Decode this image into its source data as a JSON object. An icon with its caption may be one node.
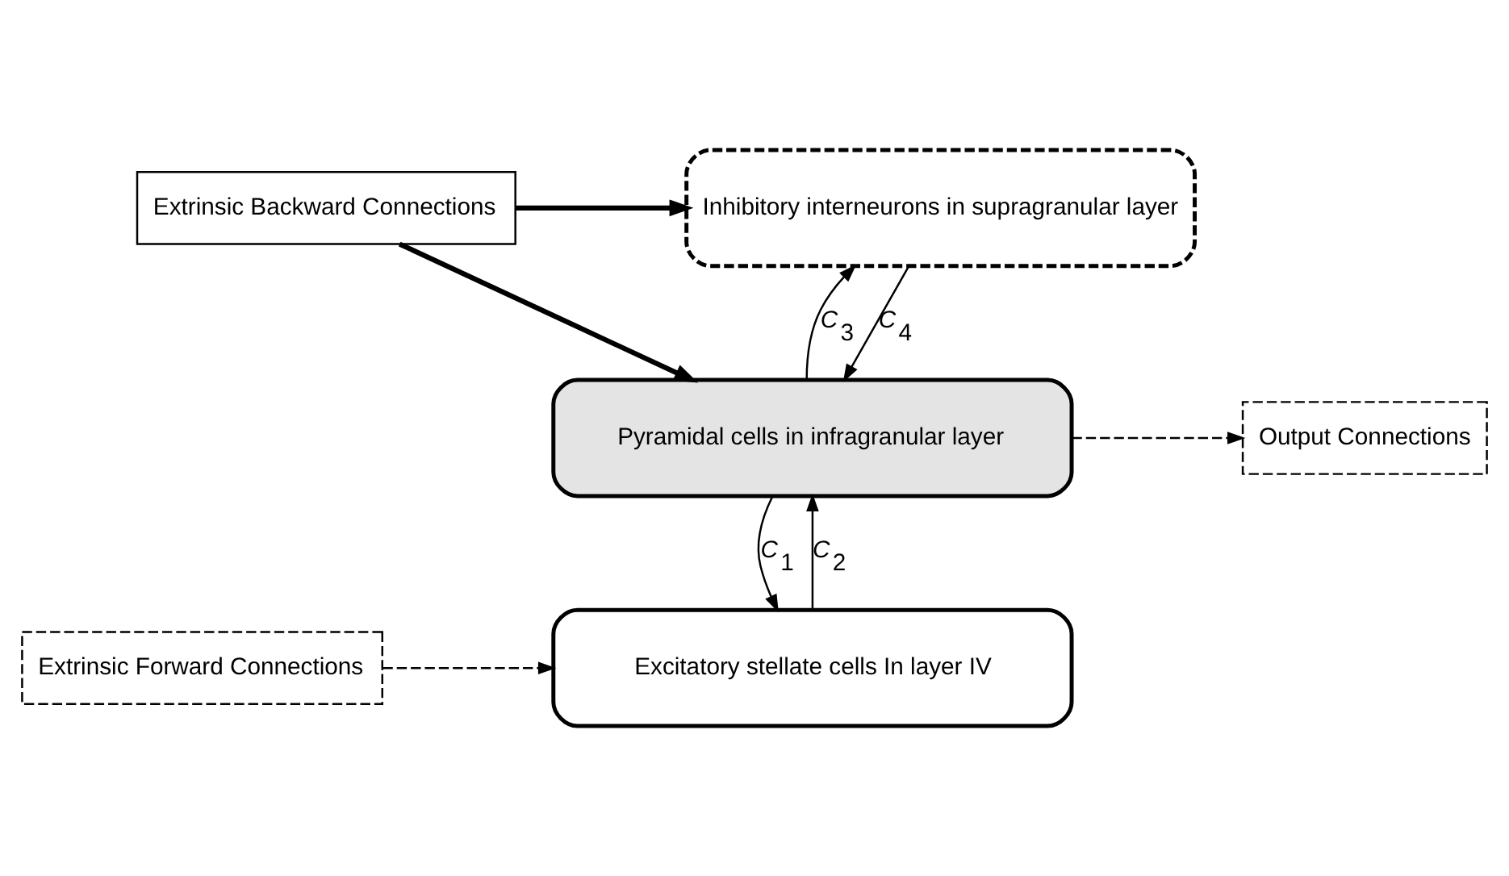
{
  "diagram": {
    "nodes": [
      {
        "text": [
          "Inhibitory interneurons in supragranular layer"
        ]
      },
      {
        "text": [
          "Excitatory stellate cells In layer IV"
        ]
      },
      {
        "text": [
          "Pyramidal cells in infragranular layer"
        ]
      },
      {
        "text": [
          "Extrinsic Backward Connections"
        ]
      },
      {
        "text": [
          "Extrinsic Forward Connections"
        ]
      },
      {
        "text": [
          "Output Connections"
        ]
      }
    ],
    "edges": [
      {
        "from": 0,
        "to": 2,
        "arrow": "to",
        "label": "C$_{4}$"
      },
      {
        "from": 2,
        "to": 0,
        "arrow": "to",
        "label": "C$_{3}$"
      },
      {
        "from": 1,
        "to": 2,
        "arrow": "to",
        "label": "C$_{2}$"
      },
      {
        "from": 2,
        "to": 1,
        "arrow": "to",
        "label": "C$_{1}$"
      },
      {
        "from": 3,
        "to": 0,
        "arrow": "to",
        "style": "thick"
      },
      {
        "from": 3,
        "to": 2,
        "arrow": "to",
        "style": "thick"
      },
      {
        "from": 4,
        "to": 1,
        "arrow": "to",
        "style": "dashed"
      },
      {
        "from": 2,
        "to": 5,
        "arrow": "to",
        "style": "dashed"
      }
    ]
  }
}
